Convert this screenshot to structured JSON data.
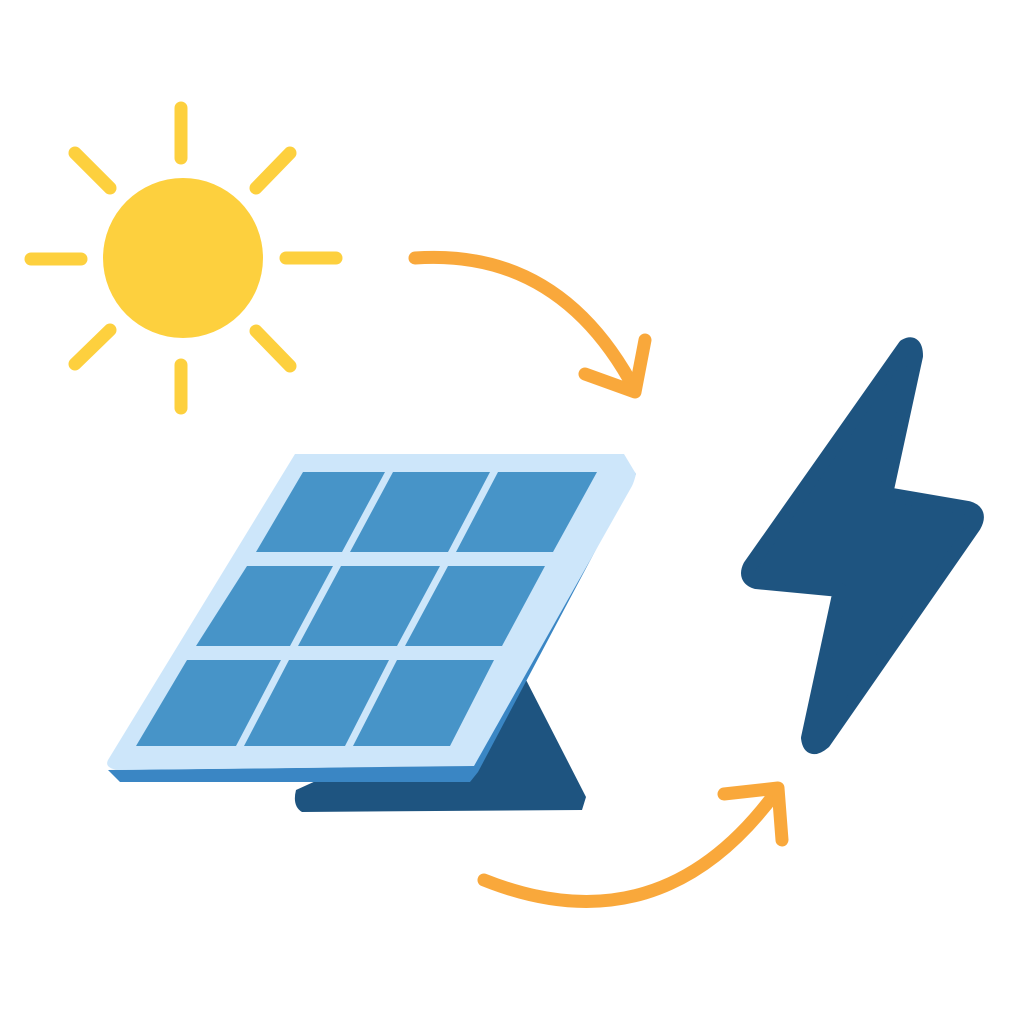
{
  "diagram": {
    "nodes": [
      {
        "id": "sun",
        "icon": "sun-icon"
      },
      {
        "id": "solar-panel",
        "icon": "solar-panel-icon"
      },
      {
        "id": "electricity",
        "icon": "lightning-bolt-icon"
      }
    ],
    "edges": [
      {
        "from": "sun",
        "to": "solar-panel",
        "icon": "curved-arrow-icon"
      },
      {
        "from": "solar-panel",
        "to": "electricity",
        "icon": "curved-arrow-icon"
      }
    ]
  },
  "colors": {
    "sun": "#FDD03E",
    "arrow": "#F9A83B",
    "panel_frame": "#CDE6FA",
    "panel_side": "#3A86C4",
    "panel_cell": "#4794C8",
    "stand": "#1E5480",
    "bolt": "#1E5480",
    "background": "#FFFFFF"
  }
}
